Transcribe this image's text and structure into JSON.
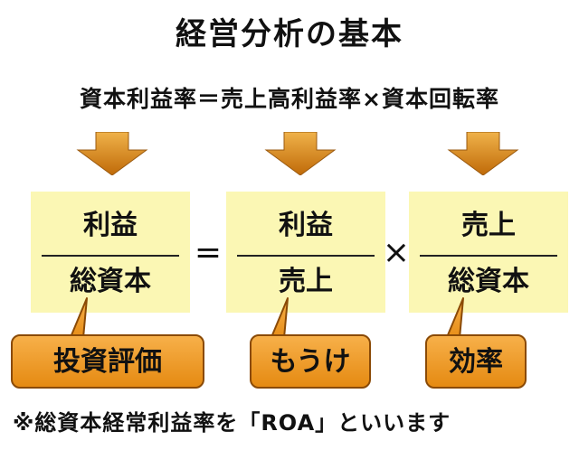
{
  "title": "経営分析の基本",
  "formula": "資本利益率＝売上高利益率×資本回転率",
  "ratios": [
    {
      "numerator": "利益",
      "denominator": "総資本",
      "callout": "投資評価"
    },
    {
      "numerator": "利益",
      "denominator": "売上",
      "callout": "もうけ"
    },
    {
      "numerator": "売上",
      "denominator": "総資本",
      "callout": "効率"
    }
  ],
  "operators": {
    "equals": "=",
    "times": "×"
  },
  "note": "※総資本経常利益率を「ROA」といいます",
  "colors": {
    "card_fill": "#fbf7b4",
    "callout_fill": "#f7a93a",
    "callout_border": "#8a4a06",
    "arrow_fill": "#e89a2a"
  }
}
